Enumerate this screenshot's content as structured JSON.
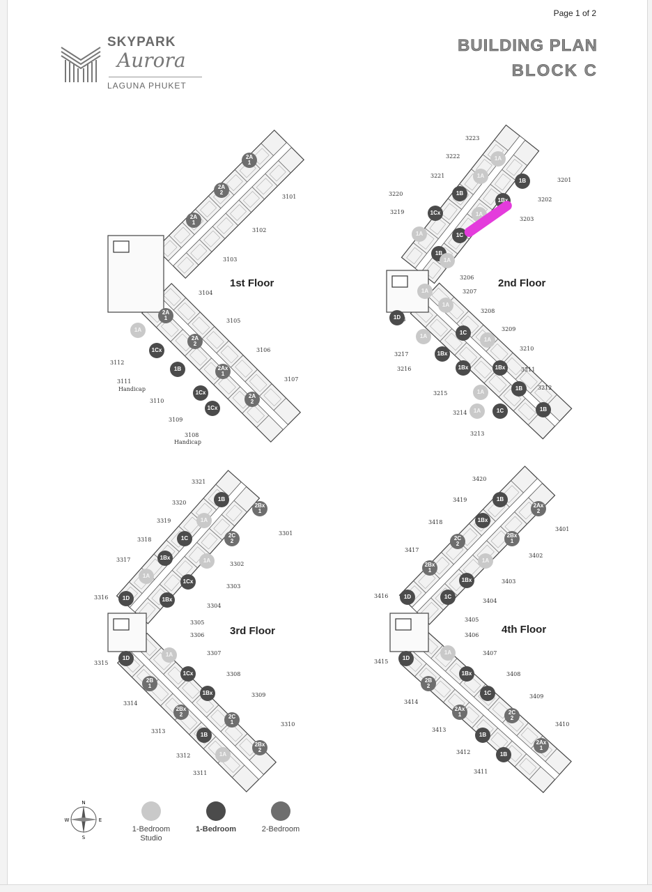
{
  "page": {
    "number_text": "Page 1 of 2"
  },
  "logo": {
    "brand": "SKYPARK",
    "script": "Aurora",
    "location": "LAGUNA PHUKET"
  },
  "title": {
    "line1": "BUILDING PLAN",
    "line2": "BLOCK C"
  },
  "floors": [
    {
      "label": "1st Floor",
      "units": [
        "3101",
        "3102",
        "3103",
        "3104",
        "3105",
        "3106",
        "3107",
        "3108",
        "3109",
        "3110",
        "3111",
        "3112"
      ],
      "handicap_label": "Handicap",
      "dots": [
        [
          "2A\n1",
          "d2"
        ],
        [
          "2A\n2",
          "d2"
        ],
        [
          "2A\n1",
          "d2"
        ],
        [
          "2A\n1",
          "d2"
        ],
        [
          "2A\n2",
          "d2"
        ],
        [
          "2Ax\n1",
          "d2"
        ],
        [
          "2A\n2",
          "d2"
        ],
        [
          "1Cx",
          "d1"
        ],
        [
          "1A",
          "s"
        ],
        [
          "1Cx",
          "d1"
        ],
        [
          "1B",
          "d1"
        ],
        [
          "1Cx",
          "d1"
        ]
      ]
    },
    {
      "label": "2nd Floor",
      "units": [
        "3201",
        "3202",
        "3203",
        "3206",
        "3207",
        "3208",
        "3209",
        "3210",
        "3211",
        "3212",
        "3213",
        "3214",
        "3215",
        "3216",
        "3217",
        "3218",
        "3219",
        "3220",
        "3221",
        "3222",
        "3223"
      ],
      "dots": [
        [
          "1A",
          "s"
        ],
        [
          "1B",
          "d1"
        ],
        [
          "1Bx",
          "d1"
        ],
        [
          "1A",
          "s"
        ],
        [
          "1C",
          "d1"
        ],
        [
          "1B",
          "d1"
        ],
        [
          "1A",
          "s"
        ],
        [
          "1A",
          "s"
        ],
        [
          "1B",
          "d1"
        ],
        [
          "1Cx",
          "d1"
        ],
        [
          "1A",
          "s"
        ],
        [
          "1A",
          "s"
        ],
        [
          "1D",
          "d1"
        ],
        [
          "1A",
          "s"
        ],
        [
          "1Bx",
          "d1"
        ],
        [
          "1C",
          "d1"
        ],
        [
          "1A",
          "s"
        ],
        [
          "1Bx",
          "d1"
        ],
        [
          "1A",
          "s"
        ],
        [
          "1C",
          "d1"
        ],
        [
          "1B",
          "d1"
        ],
        [
          "1B",
          "d1"
        ],
        [
          "1A",
          "s"
        ],
        [
          "1Bx",
          "d1"
        ],
        [
          "1A",
          "s"
        ]
      ]
    },
    {
      "label": "3rd Floor",
      "units": [
        "3301",
        "3302",
        "3303",
        "3304",
        "3305",
        "3306",
        "3307",
        "3308",
        "3309",
        "3310",
        "3311",
        "3312",
        "3313",
        "3314",
        "3315",
        "3316",
        "3317",
        "3318",
        "3319",
        "3320",
        "3321"
      ],
      "dots": [
        [
          "1B",
          "d1"
        ],
        [
          "2Bx\n1",
          "d2"
        ],
        [
          "1A",
          "s"
        ],
        [
          "1C",
          "d1"
        ],
        [
          "2C\n2",
          "d2"
        ],
        [
          "1Bx",
          "d1"
        ],
        [
          "1A",
          "s"
        ],
        [
          "1A",
          "s"
        ],
        [
          "1Cx",
          "d1"
        ],
        [
          "1Bx",
          "d1"
        ],
        [
          "1D",
          "d1"
        ],
        [
          "1D",
          "d1"
        ],
        [
          "1A",
          "s"
        ],
        [
          "2B\n1",
          "d2"
        ],
        [
          "1Cx",
          "d1"
        ],
        [
          "1Bx",
          "d1"
        ],
        [
          "2Bx\n2",
          "d2"
        ],
        [
          "2C\n1",
          "d2"
        ],
        [
          "1B",
          "d1"
        ],
        [
          "2Bx\n2",
          "d2"
        ],
        [
          "1A",
          "s"
        ]
      ]
    },
    {
      "label": "4th Floor",
      "units": [
        "3401",
        "3402",
        "3403",
        "3404",
        "3405",
        "3406",
        "3407",
        "3408",
        "3409",
        "3410",
        "3411",
        "3412",
        "3413",
        "3414",
        "3415",
        "3416",
        "3417",
        "3418",
        "3419",
        "3420"
      ],
      "dots": [
        [
          "1B",
          "d1"
        ],
        [
          "2Ax\n2",
          "d2"
        ],
        [
          "1Bx",
          "d1"
        ],
        [
          "2Bx\n1",
          "d2"
        ],
        [
          "2C\n2",
          "d2"
        ],
        [
          "1A",
          "s"
        ],
        [
          "2Bx\n1",
          "d2"
        ],
        [
          "1Bx",
          "d1"
        ],
        [
          "1D",
          "d1"
        ],
        [
          "1C",
          "d1"
        ],
        [
          "1D",
          "d1"
        ],
        [
          "1A",
          "s"
        ],
        [
          "2B\n2",
          "d2"
        ],
        [
          "1Bx",
          "d1"
        ],
        [
          "1C",
          "d1"
        ],
        [
          "2Ax\n1",
          "d2"
        ],
        [
          "2C\n2",
          "d2"
        ],
        [
          "1B",
          "d1"
        ],
        [
          "1B",
          "d1"
        ],
        [
          "2Ax\n1",
          "d2"
        ]
      ]
    }
  ],
  "legend": {
    "compass_letters": [
      "N",
      "E",
      "S",
      "W"
    ],
    "items": [
      {
        "label": "1-Bedroom\nStudio",
        "color": "#c9c9c9"
      },
      {
        "label": "1-Bedroom",
        "color": "#4b4b4b"
      },
      {
        "label": "2-Bedroom",
        "color": "#6e6e6e"
      }
    ]
  },
  "colors": {
    "highlight": "#e43bdc",
    "studio": "#c9c9c9",
    "one_bed": "#4b4b4b",
    "two_bed": "#6e6e6e"
  }
}
